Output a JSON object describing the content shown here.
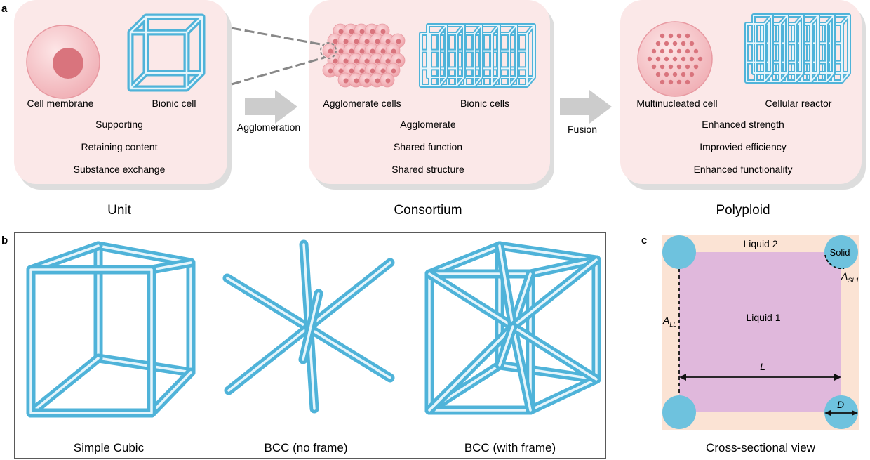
{
  "panel_a": {
    "letter": "a",
    "groups": [
      {
        "title": "Unit",
        "item_left": "Cell membrane",
        "item_right": "Bionic cell",
        "properties": [
          "Supporting",
          "Retaining content",
          "Substance exchange"
        ]
      },
      {
        "title": "Consortium",
        "item_left": "Agglomerate cells",
        "item_right": "Bionic cells",
        "properties": [
          "Agglomerate",
          "Shared function",
          "Shared structure"
        ]
      },
      {
        "title": "Polyploid",
        "item_left": "Multinucleated cell",
        "item_right": "Cellular reactor",
        "properties": [
          "Enhanced strength",
          "Improvied efficiency",
          "Enhanced functionality"
        ]
      }
    ],
    "arrows": [
      "Agglomeration",
      "Fusion"
    ]
  },
  "panel_b": {
    "letter": "b",
    "structures": [
      "Simple Cubic",
      "BCC (no frame)",
      "BCC (with frame)"
    ]
  },
  "panel_c": {
    "letter": "c",
    "liquid1": "Liquid 1",
    "liquid2": "Liquid 2",
    "solid": "Solid",
    "a_ll": "A",
    "a_ll_sub": "LL",
    "a_sl": "A",
    "a_sl_sub": "SL1",
    "length": "L",
    "diameter": "D",
    "caption": "Cross-sectional view"
  },
  "colors": {
    "panel_bg": "#fbe8e8",
    "lattice_blue": "#4fb3d9",
    "lattice_light": "#e6f5fb",
    "cell_pink": "#f2b3b8",
    "nucleus": "#d9747d",
    "liquid1": "#e0b8dc",
    "liquid2": "#fbe3d4",
    "solid": "#6ec2de",
    "arrow_gray": "#cccccc"
  }
}
